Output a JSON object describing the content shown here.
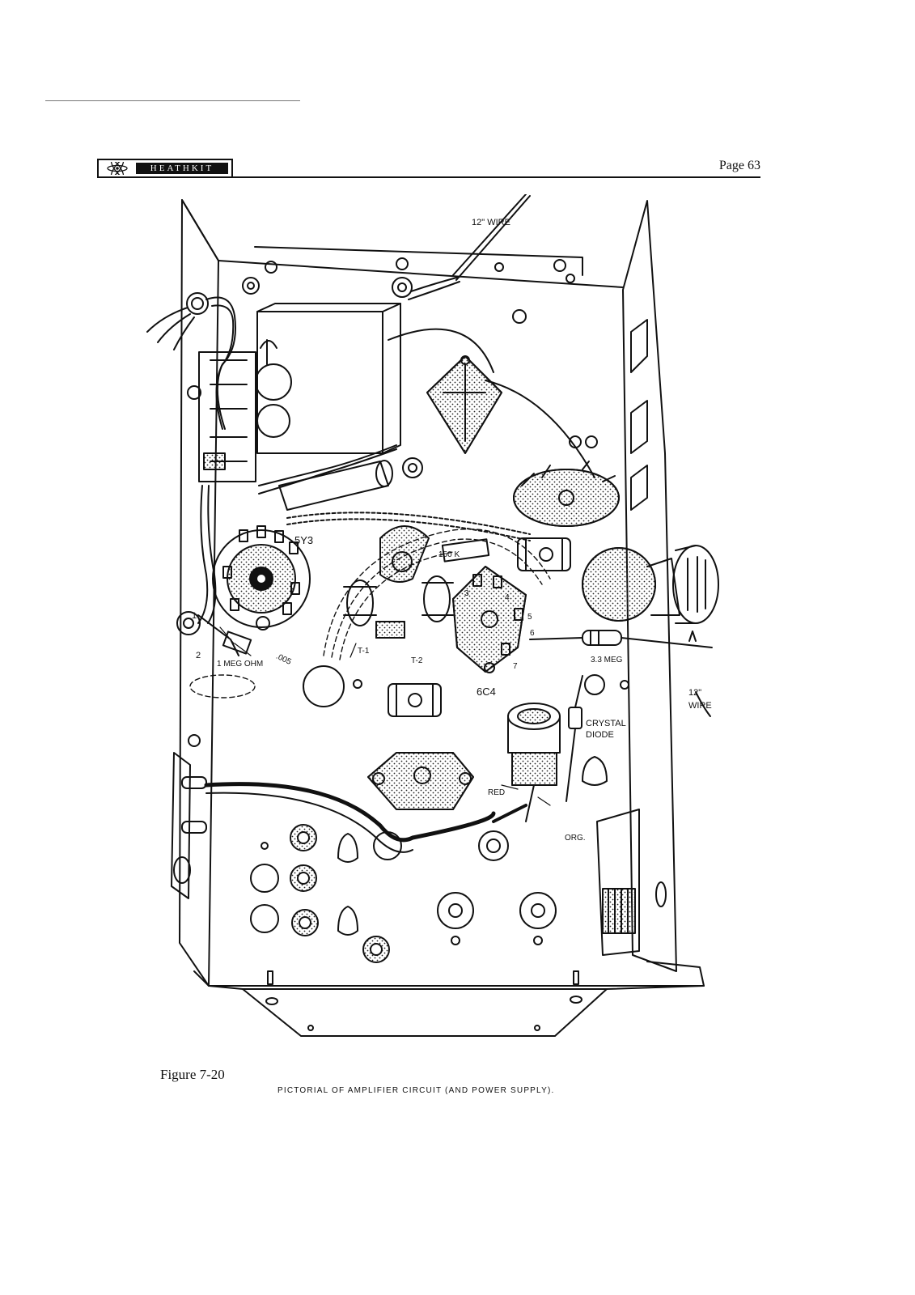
{
  "header": {
    "brand": "HEATHKIT",
    "page_number": "Page 63"
  },
  "figure": {
    "label": "Figure 7-20",
    "caption": "PICTORIAL OF AMPLIFIER CIRCUIT (AND POWER SUPPLY).",
    "labels": {
      "wire_top": "12\" WIRE",
      "tube_5y3": "5Y3",
      "resistor_150k": "150 K",
      "pin_1": "1",
      "pin_2": "2",
      "pin_3": "3",
      "pin_4": "4",
      "pin_5": "5",
      "pin_6": "6",
      "pin_7": "7",
      "resistor_1meg": "1 MEG OHM",
      "cap_005": ".005",
      "transformer_t1": "T-1",
      "transformer_t2": "T-2",
      "tube_6c4": "6C4",
      "resistor_3_3meg": "3.3 MEG",
      "wire_right_1": "12\"",
      "wire_right_2": "WIRE",
      "crystal_1": "CRYSTAL",
      "crystal_2": "DIODE",
      "wire_red": "RED",
      "wire_org": "ORG."
    }
  }
}
